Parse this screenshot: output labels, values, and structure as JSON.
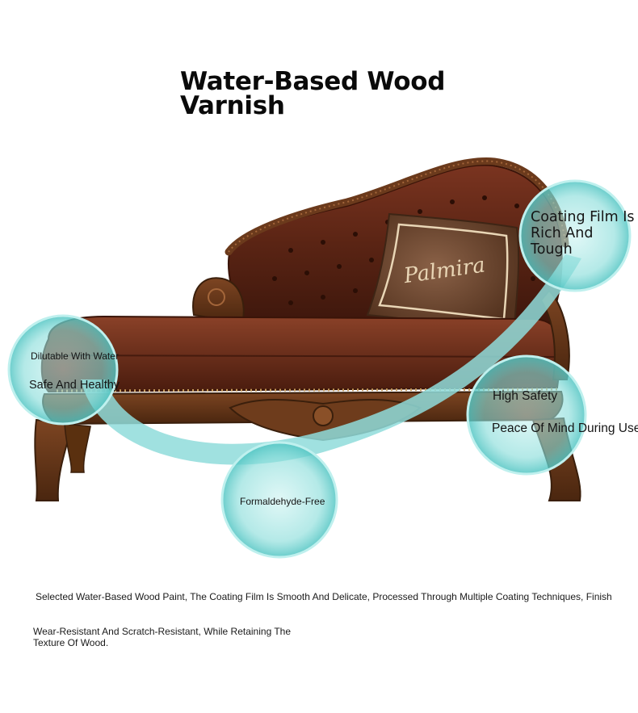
{
  "heading": {
    "line1": "Water-Based Wood",
    "line2": "Varnish"
  },
  "features": {
    "coating": "Coating Film Is Rich And Tough",
    "dilutable": "Dilutable With Water",
    "safe": "Safe And Healthy",
    "high_safety": "High Safety",
    "peace_of_mind": "Peace Of Mind During Use",
    "formaldehyde_free": "Formaldehyde-Free"
  },
  "product": {
    "pillow_script": "Palmira"
  },
  "description": {
    "line1": "Selected Water-Based Wood Paint, The Coating Film Is Smooth And Delicate, Processed Through Multiple Coating Techniques, Finish",
    "line2": "Wear-Resistant And Scratch-Resistant, While Retaining The Texture Of Wood."
  },
  "colors": {
    "accent_teal": "#7fd8d6",
    "leather": "#5a2414",
    "wood": "#6b3a1c"
  }
}
